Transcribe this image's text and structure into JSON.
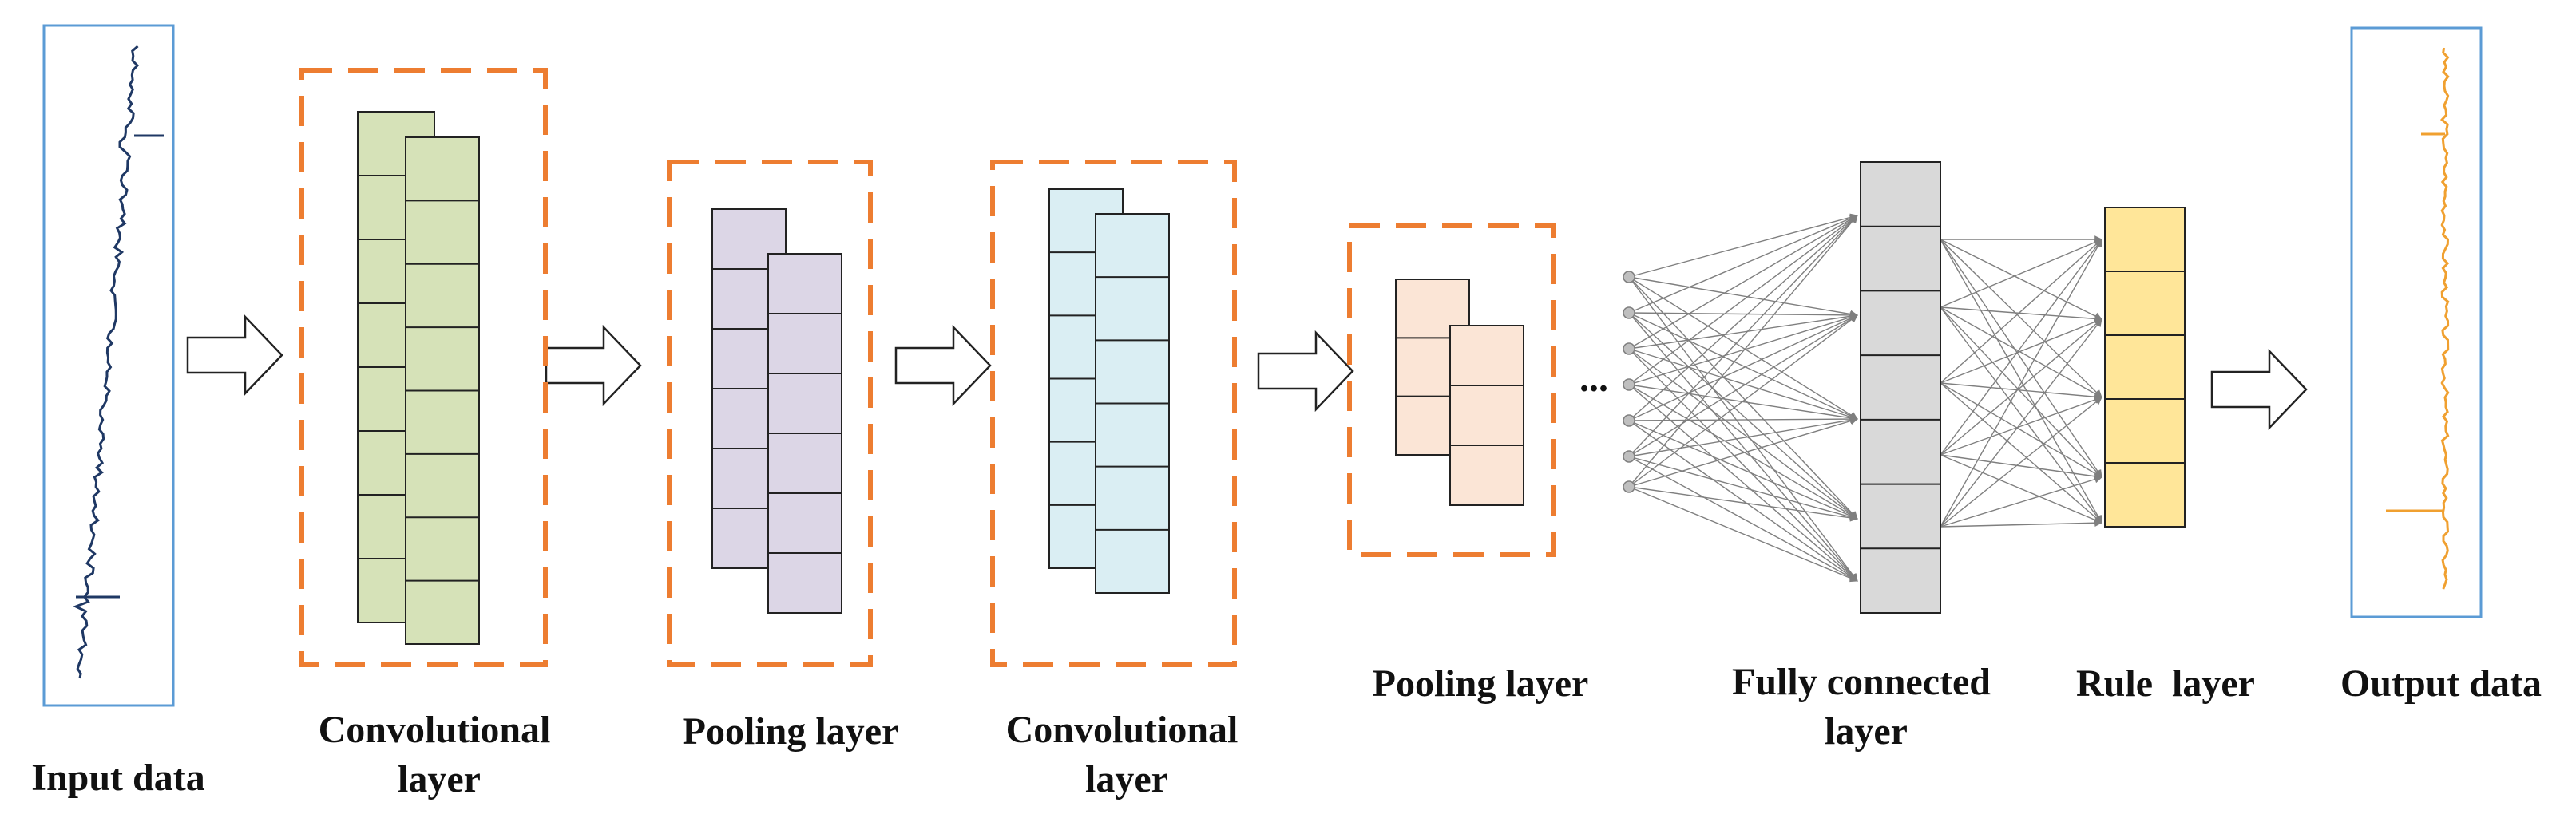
{
  "colors": {
    "dashed_border": "#ED7D31",
    "input_frame": "#5B9BD5",
    "input_signal": "#1F3864",
    "output_frame": "#5B9BD5",
    "output_signal": "#F0A030",
    "conv1_fill": "#D6E2B8",
    "pool1_fill": "#DCD6E6",
    "conv2_fill": "#DAEEF3",
    "pool2_fill": "#FBE5D6",
    "fc_fill": "#D9D9D9",
    "rule_fill": "#FFE699",
    "edge": "#7F7F7F"
  },
  "labels": {
    "input": "Input data",
    "conv1": [
      "Convolutional",
      "layer"
    ],
    "pool1": "Pooling layer",
    "conv2": [
      "Convolutional",
      "layer"
    ],
    "pool2": "Pooling layer",
    "fc": [
      "Fully connected",
      "layer"
    ],
    "rule": "Rule  layer",
    "output": "Output data",
    "ellipsis": "..."
  }
}
